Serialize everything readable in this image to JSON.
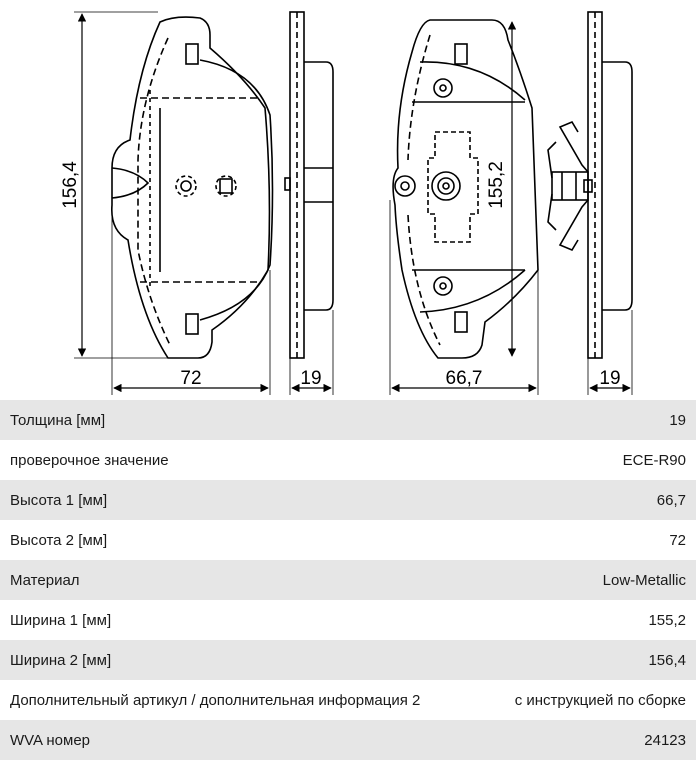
{
  "drawing": {
    "dims": {
      "height_left": "156,4",
      "width_left": "72",
      "thickness_left": "19",
      "height_right": "155,2",
      "width_right": "66,7",
      "thickness_right": "19"
    }
  },
  "specs": [
    {
      "label": "Толщина [мм]",
      "value": "19"
    },
    {
      "label": "проверочное значение",
      "value": "ECE-R90"
    },
    {
      "label": "Высота 1 [мм]",
      "value": "66,7"
    },
    {
      "label": "Высота 2 [мм]",
      "value": "72"
    },
    {
      "label": "Материал",
      "value": "Low-Metallic"
    },
    {
      "label": "Ширина 1 [мм]",
      "value": "155,2"
    },
    {
      "label": "Ширина 2 [мм]",
      "value": "156,4"
    },
    {
      "label": "Дополнительный артикул / дополнительная информация 2",
      "value": "с инструкцией по сборке"
    },
    {
      "label": "WVA номер",
      "value": "24123"
    }
  ]
}
